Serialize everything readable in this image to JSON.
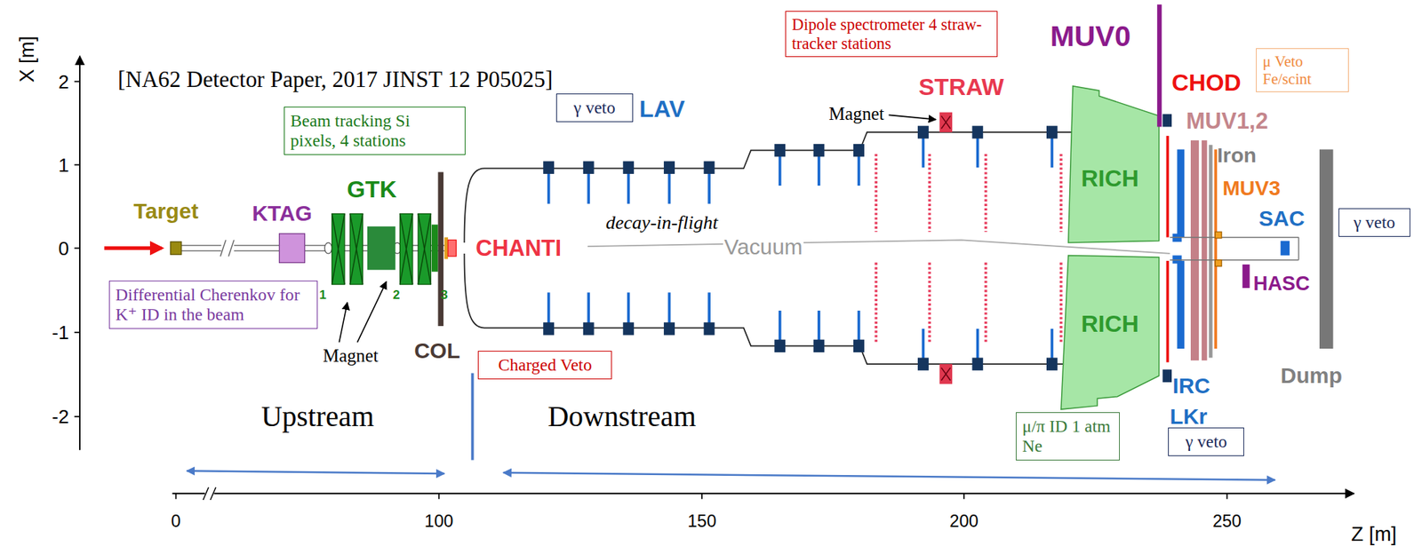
{
  "diagram": {
    "nodes": [
      {
        "text": [
          "Dipole spectrometer 4 straw-tracker stations"
        ]
      },
      {
        "text": [
          "μ Veto Fe/scint"
        ]
      },
      {
        "text": [
          "Beam tracking Si pixels, 4 stations"
        ]
      },
      {
        "text": [
          "γ veto"
        ]
      },
      {
        "text": [
          "γ veto"
        ]
      },
      {
        "text": [
          "Differential Cherenkov for K⁺ ID in the beam"
        ]
      },
      {
        "text": [
          "Charged Veto"
        ]
      },
      {
        "text": [
          "μ/π ID 1 atm Ne"
        ]
      },
      {
        "text": [
          "γ veto"
        ]
      }
    ],
    "labels": [
      "[NA62 Detector Paper, 2017 JINST 12 P05025]",
      "X [m]",
      "2",
      "1",
      "0",
      "-1",
      "-2",
      "Target",
      "KTAG",
      "GTK",
      "1",
      "2",
      "3",
      "COL",
      "CHANTI",
      "LAV",
      "decay-in-flight",
      "Vacuum",
      "Magnet",
      "STRAW",
      "MUV0",
      "CHOD",
      "MUV1,2",
      "Iron",
      "MUV3",
      "SAC",
      "RICH",
      "RICH",
      "HASC",
      "IRC",
      "LKr",
      "Dump",
      "Magnet",
      "Upstream",
      "Downstream",
      "0",
      "100",
      "150",
      "200",
      "250",
      "Z [m]"
    ]
  }
}
